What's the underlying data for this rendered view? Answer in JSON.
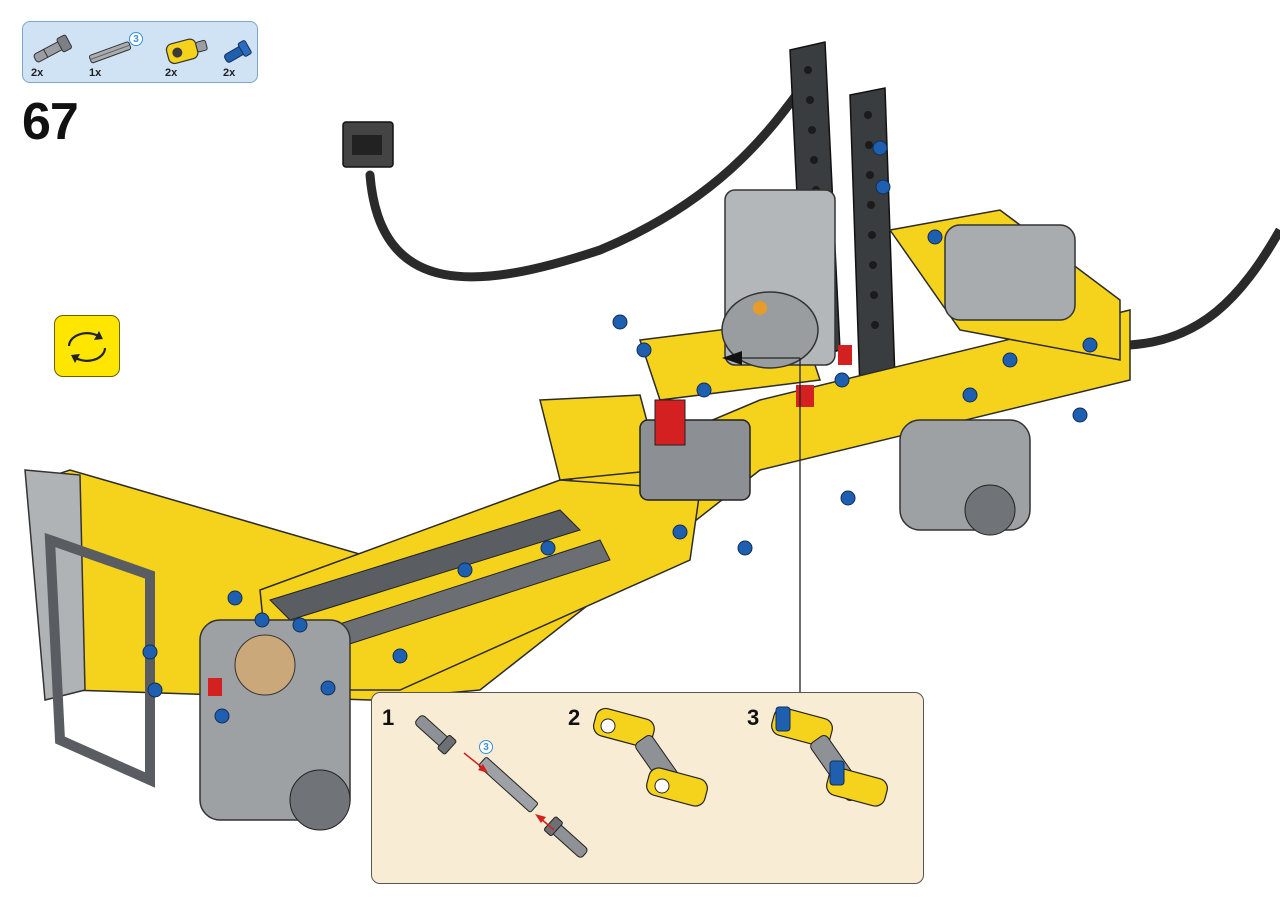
{
  "parts_list": {
    "items": [
      {
        "icon": "long-pin-with-bush-icon",
        "quantity": "2x"
      },
      {
        "icon": "axle-3-icon",
        "quantity": "1x",
        "length_badge": "3"
      },
      {
        "icon": "yellow-axle-pin-connector-icon",
        "quantity": "2x"
      },
      {
        "icon": "blue-axle-pin-icon",
        "quantity": "2x"
      }
    ]
  },
  "step": {
    "number": "67"
  },
  "rotate": {
    "icon": "rotate-model-icon"
  },
  "callout": {
    "substeps": [
      {
        "number": "1",
        "length_badge": "3"
      },
      {
        "number": "2"
      },
      {
        "number": "3"
      }
    ]
  },
  "colors": {
    "part_yellow": "#f5d21c",
    "part_grey": "#a5a8aa",
    "part_dark_grey": "#555a5e",
    "part_black": "#2c2c2c",
    "part_blue": "#1f5fb0",
    "part_red": "#d42020",
    "parts_box_bg": "#cfe3f5",
    "callout_bg": "#f8ecd4",
    "rotate_bg": "#ffe600"
  }
}
